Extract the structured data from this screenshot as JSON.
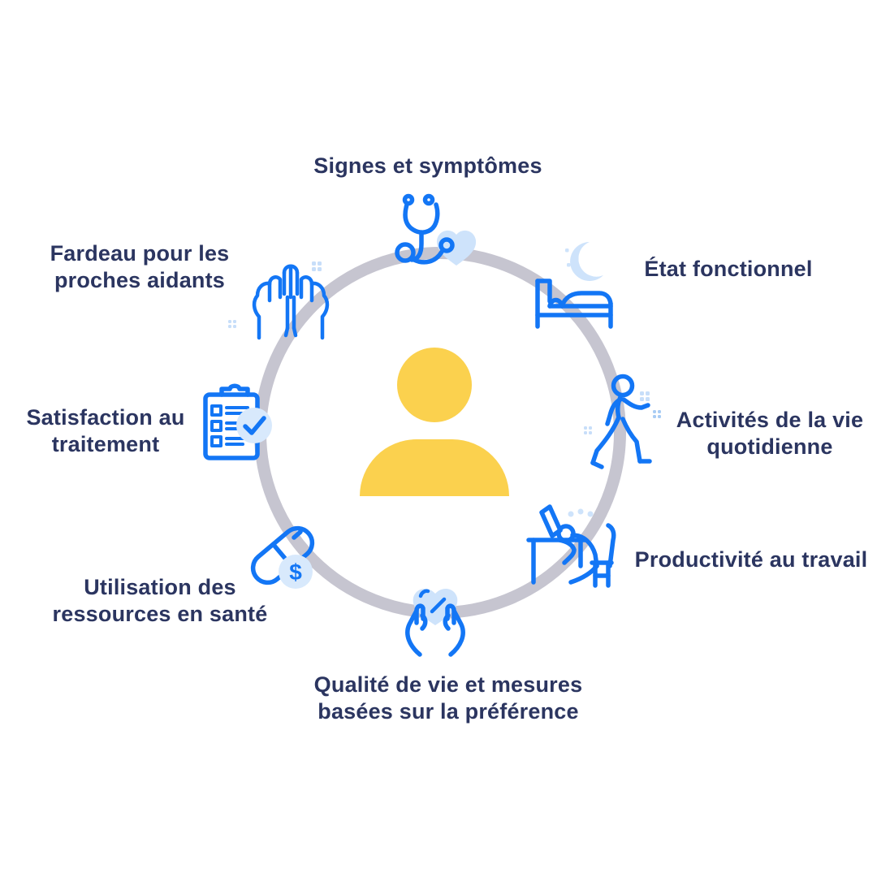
{
  "diagram": {
    "type": "circular-infographic",
    "center_figure": "person-silhouette",
    "items": [
      {
        "id": "signes",
        "position": "top",
        "icon": "stethoscope-heart-icon",
        "label": "Signes et symptômes",
        "lines": [
          "Signes et symptômes"
        ]
      },
      {
        "id": "etat",
        "position": "top-right",
        "icon": "bed-moon-icon",
        "label": "État fonctionnel",
        "lines": [
          "État fonctionnel"
        ]
      },
      {
        "id": "activites",
        "position": "right",
        "icon": "walking-person-icon",
        "label": "Activités de la vie quotidienne",
        "lines": [
          "Activités de la vie",
          "quotidienne"
        ]
      },
      {
        "id": "productivite",
        "position": "bottom-right",
        "icon": "desk-worker-icon",
        "label": "Productivité au travail",
        "lines": [
          "Productivité au travail"
        ]
      },
      {
        "id": "qualite",
        "position": "bottom",
        "icon": "hands-heart-icon",
        "label": "Qualité de vie et mesures basées sur la préférence",
        "lines": [
          "Qualité de vie et mesures",
          "basées sur la préférence"
        ]
      },
      {
        "id": "utilisation",
        "position": "bottom-left",
        "icon": "pill-dollar-icon",
        "label": "Utilisation des ressources en santé",
        "lines": [
          "Utilisation des",
          "ressources en santé"
        ]
      },
      {
        "id": "satisfaction",
        "position": "left",
        "icon": "clipboard-check-icon",
        "label": "Satisfaction au traitement",
        "lines": [
          "Satisfaction au",
          "traitement"
        ]
      },
      {
        "id": "fardeau",
        "position": "top-left",
        "icon": "caring-hands-icon",
        "label": "Fardeau pour les proches aidants",
        "lines": [
          "Fardeau pour les",
          "proches aidants"
        ]
      }
    ],
    "icon_text": {
      "dollar": "$"
    },
    "colors": {
      "icon_blue": "#1376F5",
      "accent_light_blue": "#CEE3FB",
      "accent_circle_fill": "#D8E9FC",
      "ring_gray": "#C6C5D0",
      "text_navy": "#2B3560",
      "person_yellow": "#FBD14E",
      "background": "#FFFFFF"
    }
  }
}
